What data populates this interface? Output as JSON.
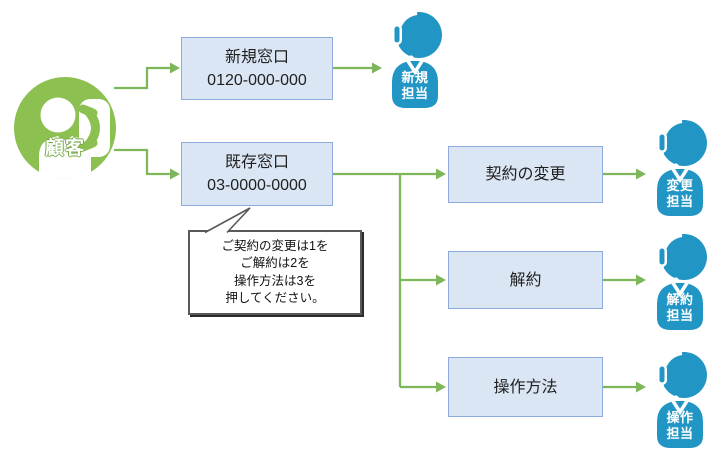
{
  "diagram": {
    "customer": {
      "label": "顧客"
    },
    "flows": {
      "new": {
        "box_title": "新規窓口",
        "box_phone": "0120-000-000",
        "agent_line1": "新規",
        "agent_line2": "担当"
      },
      "existing": {
        "box_title": "既存窓口",
        "box_phone": "03-0000-0000"
      },
      "options": [
        {
          "label": "契約の変更",
          "agent_line1": "変更",
          "agent_line2": "担当"
        },
        {
          "label": "解約",
          "agent_line1": "解約",
          "agent_line2": "担当"
        },
        {
          "label": "操作方法",
          "agent_line1": "操作",
          "agent_line2": "担当"
        }
      ]
    },
    "callout": {
      "lines": [
        "ご契約の変更は1を",
        "ご解約は2を",
        "操作方法は3を",
        "押してください。"
      ]
    },
    "colors": {
      "customer_green": "#8CC152",
      "arrow_green": "#7DB75A",
      "agent_blue": "#2196C4",
      "box_fill": "#DBE6F4",
      "box_border": "#8FAADC",
      "callout_border": "#595959"
    }
  }
}
